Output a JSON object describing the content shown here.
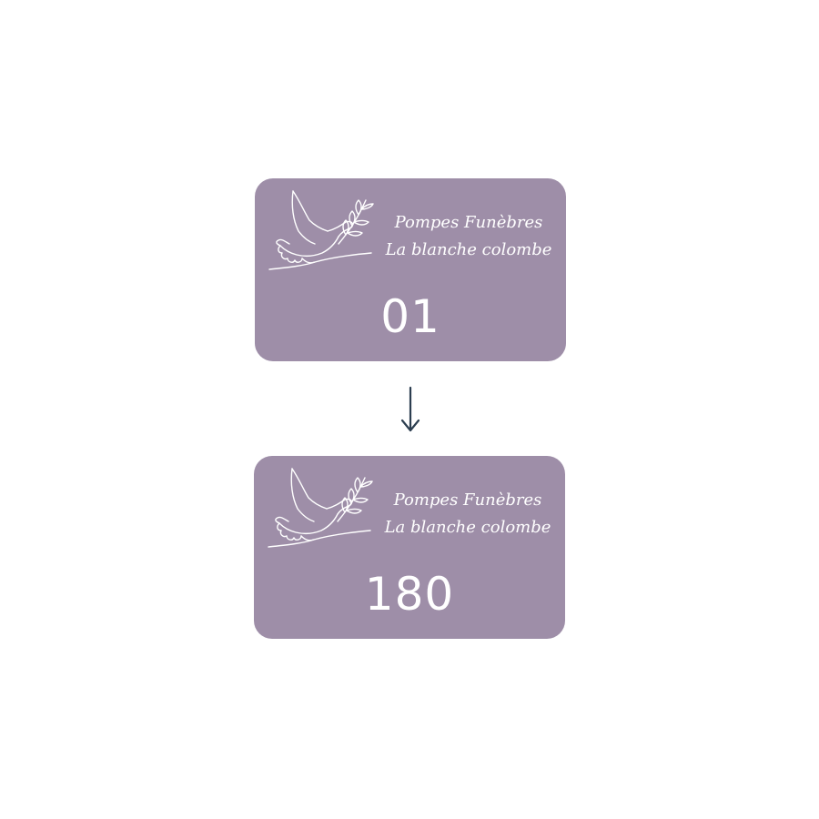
{
  "colors": {
    "plate": "#9e8ea8",
    "text": "#ffffff",
    "arrow": "#2c3e50"
  },
  "plates": [
    {
      "company_line_1": "Pompes Funèbres",
      "company_line_2": "La blanche colombe",
      "number": "01",
      "icon": "dove-with-olive-branch-icon"
    },
    {
      "company_line_1": "Pompes Funèbres",
      "company_line_2": "La blanche colombe",
      "number": "180",
      "icon": "dove-with-olive-branch-icon"
    }
  ],
  "arrow_icon": "arrow-down-icon"
}
